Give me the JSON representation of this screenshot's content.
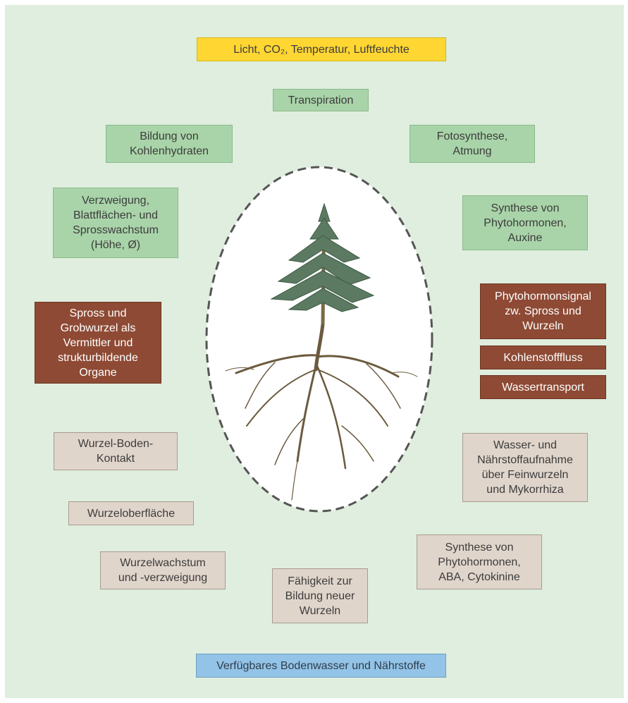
{
  "diagram": {
    "top_factor": "Licht, CO₂, Temperatur, Luftfeuchte",
    "bottom_factor": "Verfügbares Bodenwasser und Nährstoffe",
    "shoot_processes": {
      "transpiration": "Transpiration",
      "carbohydrates": "Bildung von\nKohlenhydraten",
      "photosynthesis": "Fotosynthese,\nAtmung",
      "growth": "Verzweigung,\nBlattflächen- und\nSprosswachstum\n(Höhe, Ø)",
      "auxin": "Synthese von\nPhytohormonen,\nAuxine"
    },
    "linking_processes": {
      "organs": "Spross und\nGrobwurzel als\nVermittler und\nstrukturbildende\nOrgane",
      "hormone_signal": "Phytohormonsignal\nzw. Spross und\nWurzeln",
      "carbon_flow": "Kohlenstofffluss",
      "water_transport": "Wassertransport"
    },
    "root_processes": {
      "root_soil_contact": "Wurzel-Boden-\nKontakt",
      "root_surface": "Wurzeloberfläche",
      "root_growth": "Wurzelwachstum\nund -verzweigung",
      "new_roots": "Fähigkeit zur\nBildung neuer\nWurzeln",
      "uptake": "Wasser- und\nNährstoffaufnahme\nüber Feinwurzeln\nund Mykorrhiza",
      "aba": "Synthese von\nPhytohormonen,\nABA, Cytokinine"
    }
  },
  "colors": {
    "background": "#dfeede",
    "shoot": "#a9d4a9",
    "linking": "#8e4a34",
    "root": "#e0d5cb",
    "atmosphere": "#ffd632",
    "soil": "#93c3e6"
  },
  "icons": {
    "center": "spruce-seedling-with-roots"
  }
}
